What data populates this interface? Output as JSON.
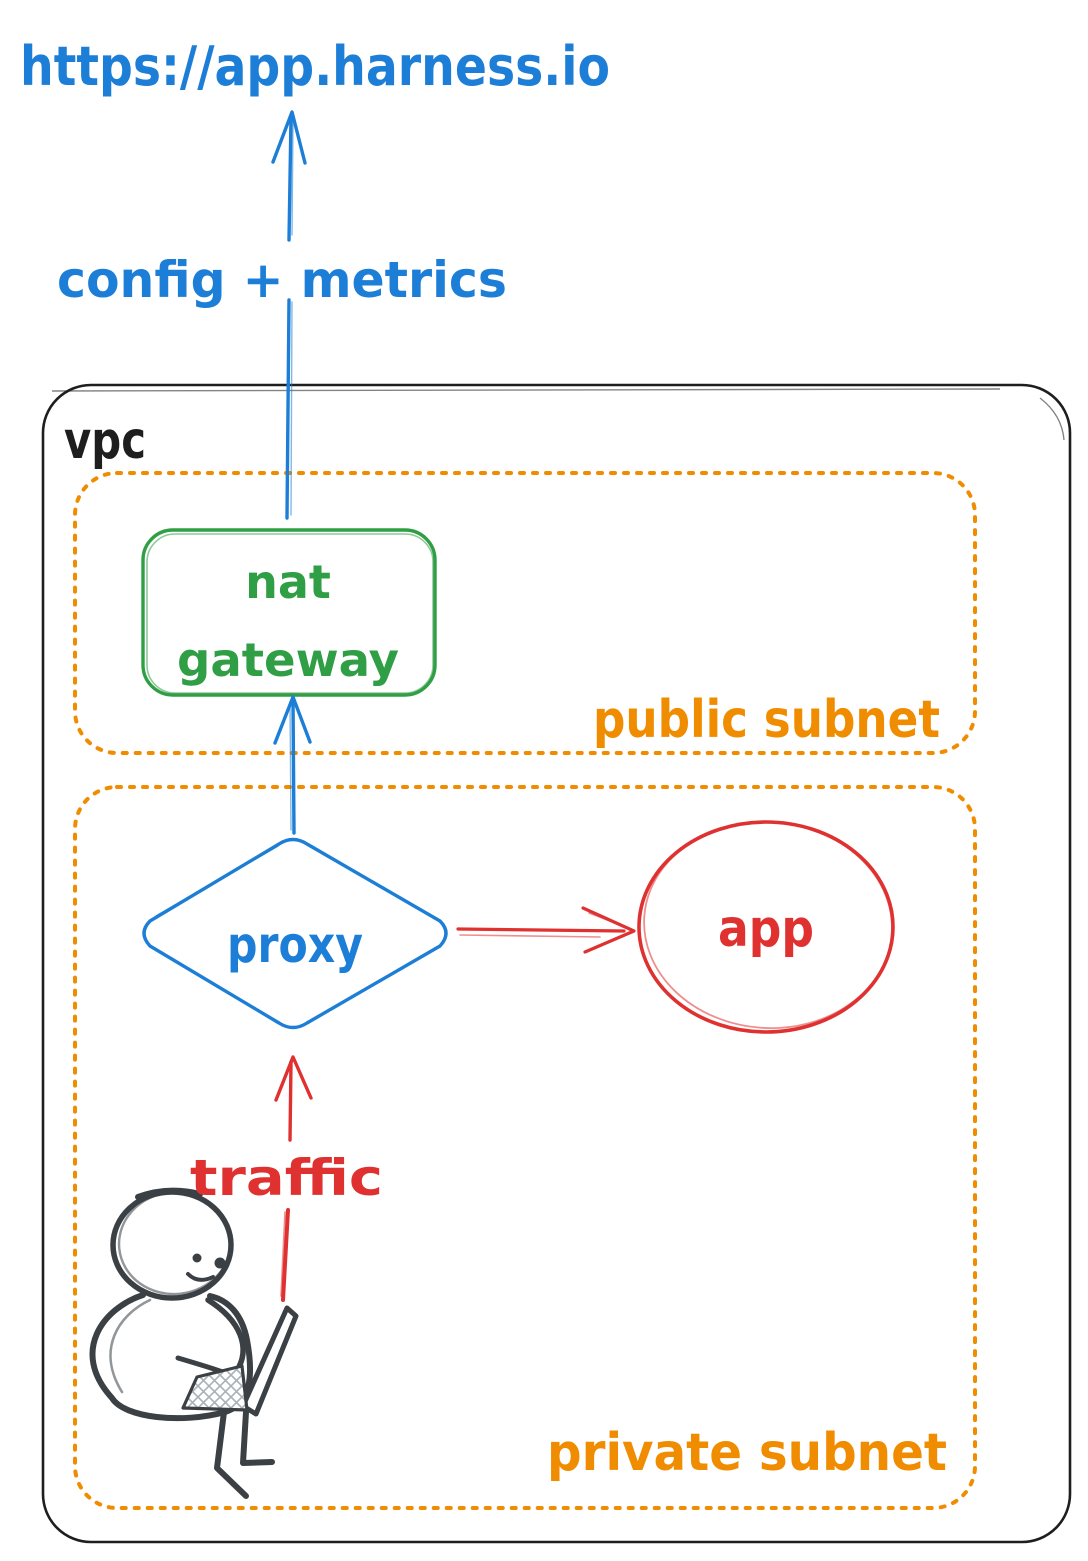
{
  "colors": {
    "blue": "#1c7ed6",
    "green": "#2f9e44",
    "orange": "#f08c00",
    "red": "#e03131",
    "ink": "#1e1e1e",
    "person": "#3b4045"
  },
  "diagram": {
    "external_endpoint": {
      "label": "https://app.harness.io"
    },
    "vpc": {
      "label": "vpc"
    },
    "public_subnet": {
      "label": "public subnet"
    },
    "private_subnet": {
      "label": "private subnet"
    },
    "nodes": {
      "nat_gateway": {
        "line1": "nat",
        "line2": "gateway"
      },
      "proxy": {
        "label": "proxy"
      },
      "app": {
        "label": "app"
      }
    },
    "edges": {
      "config_metrics": {
        "label": "config + metrics"
      },
      "traffic": {
        "label": "traffic"
      }
    }
  }
}
